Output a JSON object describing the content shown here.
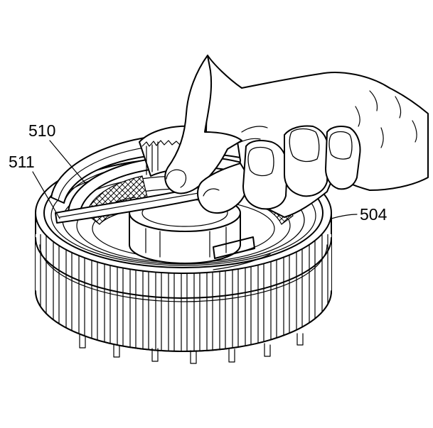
{
  "callouts": [
    {
      "id": "510",
      "label": "510"
    },
    {
      "id": "511",
      "label": "511"
    },
    {
      "id": "504",
      "label": "504"
    }
  ]
}
